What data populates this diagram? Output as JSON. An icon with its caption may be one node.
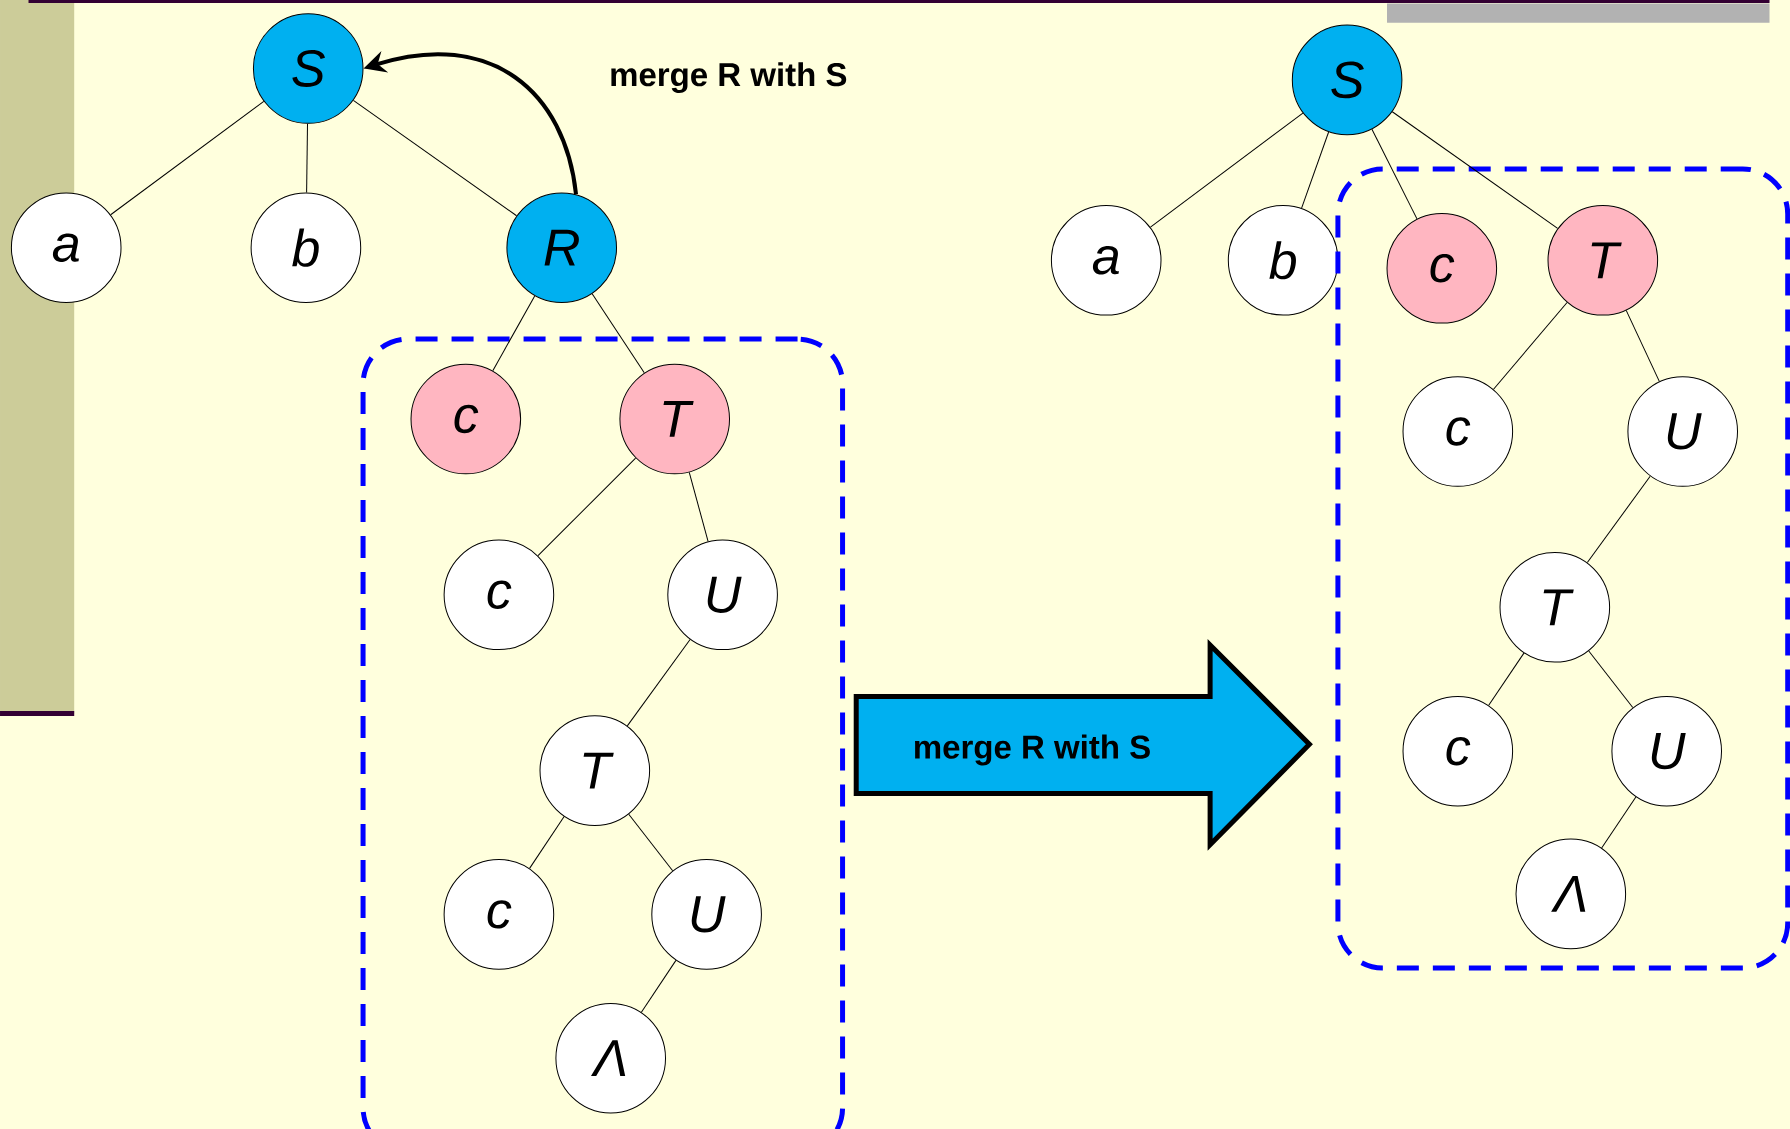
{
  "diagram": {
    "nodes": [
      {
        "text": [
          "S"
        ]
      },
      {
        "text": [
          "a"
        ]
      },
      {
        "text": [
          "b"
        ]
      },
      {
        "text": [
          "R"
        ]
      },
      {
        "text": [],
        "shape": "box"
      },
      {
        "text": [
          "c"
        ],
        "in": 4
      },
      {
        "text": [
          "T"
        ],
        "in": 4
      },
      {
        "text": [
          "c"
        ],
        "in": 4
      },
      {
        "text": [
          "U"
        ],
        "in": 4
      },
      {
        "text": [
          "T"
        ],
        "in": 4
      },
      {
        "text": [
          "c"
        ],
        "in": 4
      },
      {
        "text": [
          "U"
        ],
        "in": 4
      },
      {
        "text": [
          "Λ"
        ],
        "in": 4
      },
      {
        "text": [
          "merge R with S"
        ]
      },
      {
        "text": [
          "S"
        ]
      },
      {
        "text": [
          "a"
        ]
      },
      {
        "text": [
          "b"
        ]
      },
      {
        "text": [],
        "shape": "box"
      },
      {
        "text": [
          "c"
        ],
        "in": 17
      },
      {
        "text": [
          "T"
        ],
        "in": 17
      },
      {
        "text": [
          "c"
        ],
        "in": 17
      },
      {
        "text": [
          "U"
        ],
        "in": 17
      },
      {
        "text": [
          "T"
        ],
        "in": 17
      },
      {
        "text": [
          "c"
        ],
        "in": 17
      },
      {
        "text": [
          "U"
        ],
        "in": 17
      },
      {
        "text": [
          "Λ"
        ],
        "in": 17
      }
    ],
    "edges": [
      {
        "from": 0,
        "to": 1,
        "arrow": "none"
      },
      {
        "from": 0,
        "to": 2,
        "arrow": "none"
      },
      {
        "from": 0,
        "to": 3,
        "arrow": "none"
      },
      {
        "from": 3,
        "to": 5,
        "arrow": "none"
      },
      {
        "from": 3,
        "to": 6,
        "arrow": "none"
      },
      {
        "from": 6,
        "to": 7,
        "arrow": "none"
      },
      {
        "from": 6,
        "to": 8,
        "arrow": "none"
      },
      {
        "from": 8,
        "to": 9,
        "arrow": "none"
      },
      {
        "from": 9,
        "to": 10,
        "arrow": "none"
      },
      {
        "from": 9,
        "to": 11,
        "arrow": "none"
      },
      {
        "from": 11,
        "to": 12,
        "arrow": "none"
      },
      {
        "from": 3,
        "to": 0,
        "arrow": "to",
        "label": "merge R with S",
        "style": "thick"
      },
      {
        "from": 14,
        "to": 15,
        "arrow": "none"
      },
      {
        "from": 14,
        "to": 16,
        "arrow": "none"
      },
      {
        "from": 14,
        "to": 18,
        "arrow": "none"
      },
      {
        "from": 14,
        "to": 19,
        "arrow": "none"
      },
      {
        "from": 19,
        "to": 20,
        "arrow": "none"
      },
      {
        "from": 19,
        "to": 21,
        "arrow": "none"
      },
      {
        "from": 21,
        "to": 22,
        "arrow": "none"
      },
      {
        "from": 22,
        "to": 23,
        "arrow": "none"
      },
      {
        "from": 22,
        "to": 24,
        "arrow": "none"
      },
      {
        "from": 24,
        "to": 25,
        "arrow": "none"
      }
    ]
  }
}
